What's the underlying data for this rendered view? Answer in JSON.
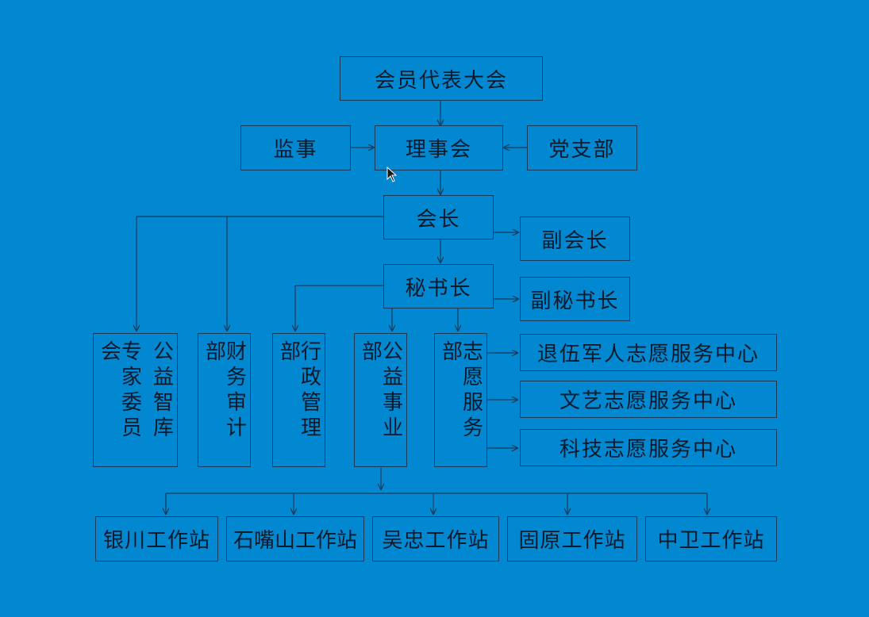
{
  "nodes": {
    "assembly": "会员代表大会",
    "supervisor": "监事",
    "council": "理事会",
    "party_branch": "党支部",
    "president": "会长",
    "vice_president": "副会长",
    "secretary_general": "秘书长",
    "deputy_secretary_general": "副秘书长",
    "expert_committee": "专家委员会",
    "think_tank": "公益智库",
    "finance_audit": "财务审计部",
    "admin": "行政管理部",
    "public_welfare": "公益事业部",
    "volunteer_service": "志愿服务部",
    "veteran_center": "退伍军人志愿服务中心",
    "arts_center": "文艺志愿服务中心",
    "tech_center": "科技志愿服务中心",
    "station_yinchuan": "银川工作站",
    "station_shizuishan": "石嘴山工作站",
    "station_wuzhong": "吴忠工作站",
    "station_guyuan": "固原工作站",
    "station_zhongwei": "中卫工作站"
  },
  "colors": {
    "background": "#0288d1",
    "line": "#1a3a5c",
    "text": "#0a1a2a"
  }
}
